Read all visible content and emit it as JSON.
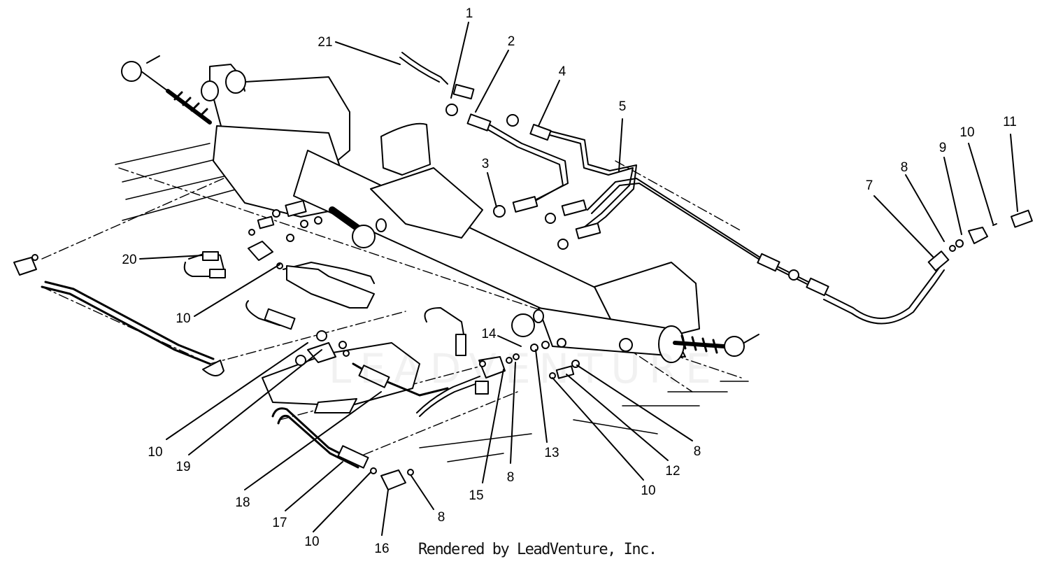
{
  "diagram": {
    "callouts": [
      {
        "label": "1"
      },
      {
        "label": "2"
      },
      {
        "label": "4"
      },
      {
        "label": "5"
      },
      {
        "label": "11"
      },
      {
        "label": "10"
      },
      {
        "label": "9"
      },
      {
        "label": "8"
      },
      {
        "label": "7"
      },
      {
        "label": "21"
      },
      {
        "label": "3"
      },
      {
        "label": "20"
      },
      {
        "label": "10"
      },
      {
        "label": "14"
      },
      {
        "label": "10"
      },
      {
        "label": "19"
      },
      {
        "label": "18"
      },
      {
        "label": "17"
      },
      {
        "label": "10"
      },
      {
        "label": "16"
      },
      {
        "label": "8"
      },
      {
        "label": "15"
      },
      {
        "label": "8"
      },
      {
        "label": "13"
      },
      {
        "label": "10"
      },
      {
        "label": "12"
      },
      {
        "label": "8"
      }
    ],
    "watermark": "LEADVENTURE",
    "footer": "Rendered by LeadVenture, Inc."
  }
}
